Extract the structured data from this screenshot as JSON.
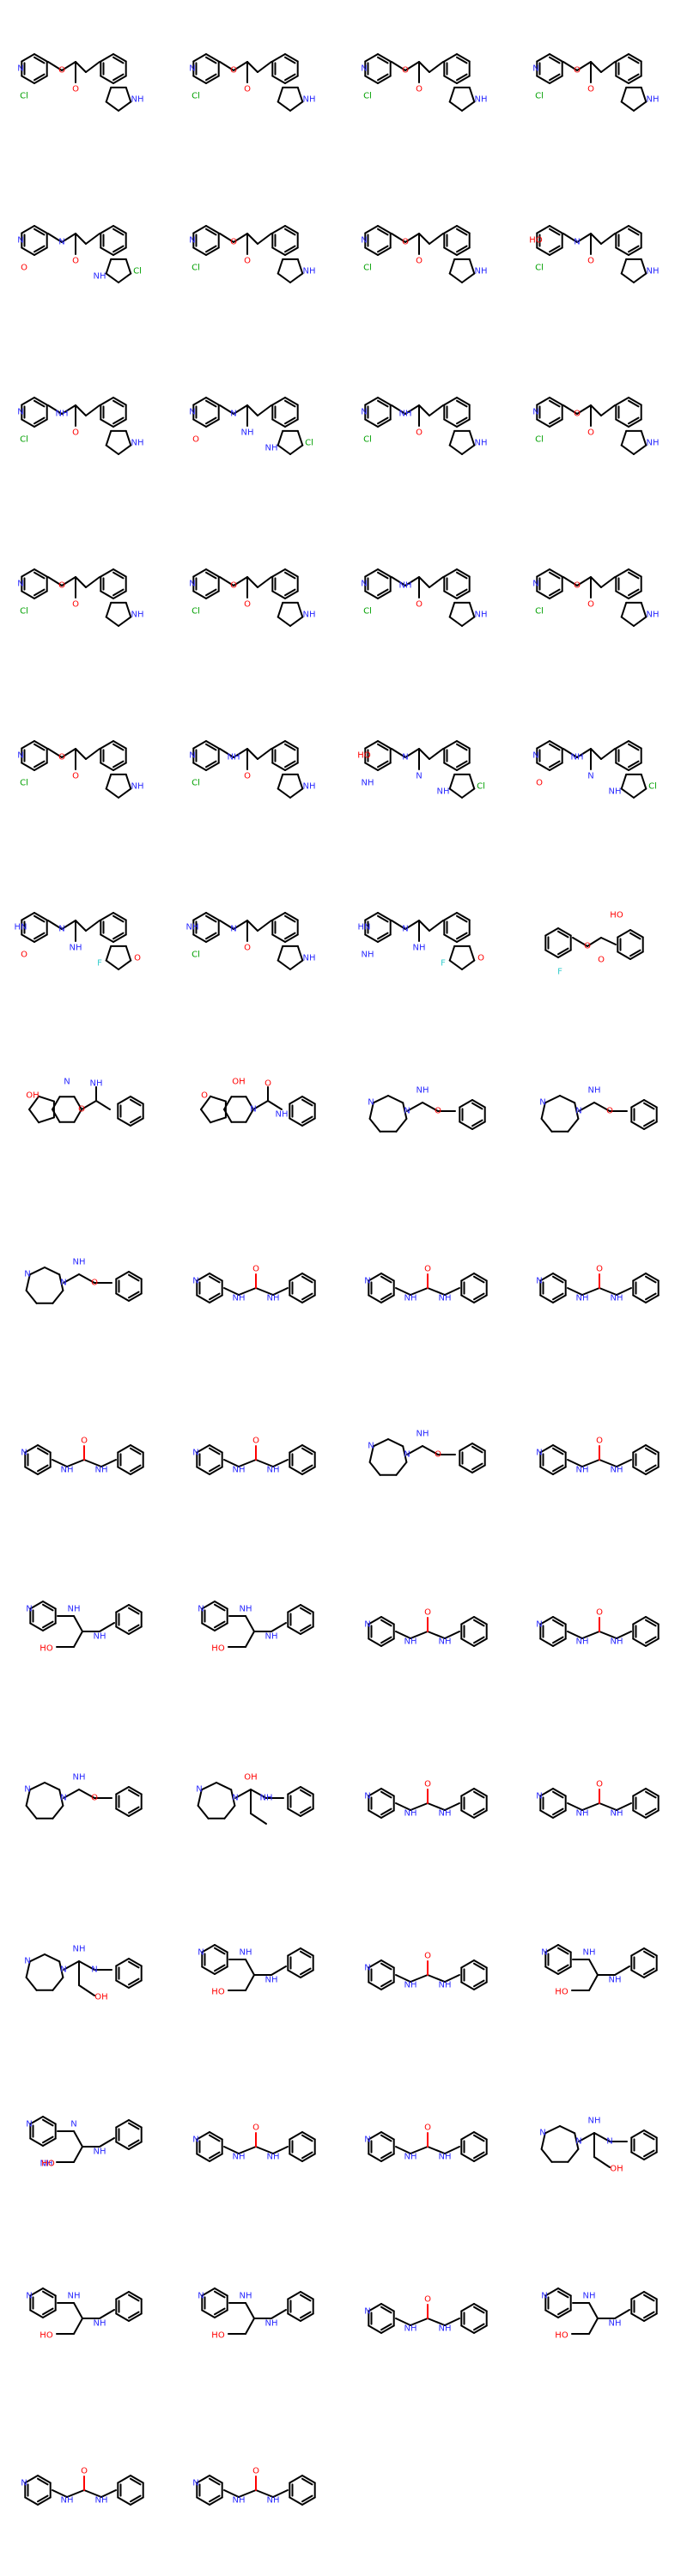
{
  "colors": {
    "background": "#ffffff",
    "bond": "#000000",
    "nitrogen": "#2c2cff",
    "oxygen": "#ff0000",
    "chlorine": "#00a000",
    "fluorine": "#33cccc"
  },
  "atom_label_set": [
    "N",
    "NH",
    "O",
    "HO",
    "OH",
    "Cl",
    "F"
  ],
  "molecules": [
    {
      "type": "pyridyl_ester_indole",
      "labels": [
        "N",
        "O",
        "O",
        "Cl",
        "NH"
      ]
    },
    {
      "type": "pyridyl_ester_indole",
      "labels": [
        "N",
        "O",
        "O",
        "Cl",
        "NH"
      ]
    },
    {
      "type": "pyridyl_ester_indole",
      "labels": [
        "N",
        "O",
        "O",
        "Cl",
        "NH"
      ]
    },
    {
      "type": "pyridyl_ester_indole",
      "labels": [
        "N",
        "O",
        "O",
        "Cl",
        "NH"
      ]
    },
    {
      "type": "pyridyl_ester_indole",
      "labels": [
        "N",
        "N",
        "O",
        "O",
        "Cl",
        "NH"
      ]
    },
    {
      "type": "pyridyl_ester_indole",
      "labels": [
        "N",
        "O",
        "O",
        "Cl",
        "NH"
      ]
    },
    {
      "type": "pyridyl_ester_indole",
      "labels": [
        "N",
        "O",
        "O",
        "Cl",
        "NH"
      ]
    },
    {
      "type": "pyridyl_ether_indole",
      "labels": [
        "HO",
        "N",
        "O",
        "Cl",
        "NH"
      ]
    },
    {
      "type": "pyridyl_amide_indole",
      "labels": [
        "N",
        "NH",
        "O",
        "Cl",
        "NH"
      ]
    },
    {
      "type": "pyridyl_amide_indole",
      "labels": [
        "N",
        "N",
        "NH",
        "O",
        "Cl",
        "NH"
      ]
    },
    {
      "type": "pyridyl_amide_indole",
      "labels": [
        "N",
        "NH",
        "O",
        "Cl",
        "NH"
      ]
    },
    {
      "type": "pyridyl_ester_indole",
      "labels": [
        "N",
        "O",
        "O",
        "Cl",
        "NH"
      ]
    },
    {
      "type": "pyridyl_ester_indole",
      "labels": [
        "N",
        "O",
        "O",
        "Cl",
        "NH"
      ]
    },
    {
      "type": "pyridyl_ester_indole",
      "labels": [
        "N",
        "O",
        "O",
        "Cl",
        "NH"
      ]
    },
    {
      "type": "pyridyl_amide_indole",
      "labels": [
        "N",
        "NH",
        "O",
        "Cl",
        "NH"
      ]
    },
    {
      "type": "pyridyl_ester_indole",
      "labels": [
        "N",
        "O",
        "O",
        "Cl",
        "NH"
      ]
    },
    {
      "type": "pyridyl_ester_indole",
      "labels": [
        "N",
        "O",
        "O",
        "Cl",
        "NH"
      ]
    },
    {
      "type": "pyridyl_amide_indole",
      "labels": [
        "N",
        "NH",
        "O",
        "Cl",
        "NH"
      ]
    },
    {
      "type": "pyridyl_amine_azaindole",
      "labels": [
        "HO",
        "N",
        "N",
        "NH",
        "Cl",
        "NH"
      ]
    },
    {
      "type": "pyridyl_amide_azaindole",
      "labels": [
        "N",
        "NH",
        "N",
        "O",
        "Cl",
        "NH"
      ]
    },
    {
      "type": "carbamate_azaindole",
      "labels": [
        "HN",
        "N",
        "NH",
        "O",
        "O",
        "F"
      ]
    },
    {
      "type": "chlorophenyl_amide_azaindole",
      "labels": [
        "NH",
        "N",
        "O",
        "Cl",
        "NH"
      ]
    },
    {
      "type": "urea_azaindole",
      "labels": [
        "HN",
        "N",
        "NH",
        "NH",
        "O",
        "F"
      ]
    },
    {
      "type": "fluorophenyl_ester",
      "labels": [
        "HO",
        "O",
        "O",
        "F"
      ]
    },
    {
      "type": "fused_amide",
      "labels": [
        "OH",
        "N",
        "O",
        "NH"
      ]
    },
    {
      "type": "fused_amide",
      "labels": [
        "O",
        "OH",
        "N",
        "O",
        "NH"
      ]
    },
    {
      "type": "azepine_amide",
      "labels": [
        "N",
        "N",
        "O",
        "NH"
      ]
    },
    {
      "type": "azepine_amide",
      "labels": [
        "N",
        "N",
        "O",
        "NH"
      ]
    },
    {
      "type": "azepine_amide",
      "labels": [
        "N",
        "N",
        "O",
        "NH"
      ]
    },
    {
      "type": "pyridyl_urea",
      "labels": [
        "N",
        "NH",
        "O",
        "NH"
      ]
    },
    {
      "type": "pyridyl_urea",
      "labels": [
        "N",
        "NH",
        "O",
        "NH"
      ]
    },
    {
      "type": "pyridyl_urea",
      "labels": [
        "N",
        "NH",
        "O",
        "NH"
      ]
    },
    {
      "type": "pyridyl_urea",
      "labels": [
        "N",
        "NH",
        "O",
        "NH"
      ]
    },
    {
      "type": "pyridyl_urea",
      "labels": [
        "N",
        "NH",
        "O",
        "NH"
      ]
    },
    {
      "type": "azepine_amide",
      "labels": [
        "N",
        "N",
        "O",
        "NH"
      ]
    },
    {
      "type": "pyridyl_urea",
      "labels": [
        "N",
        "NH",
        "O",
        "NH"
      ]
    },
    {
      "type": "pyridyl_diamine",
      "labels": [
        "N",
        "NH",
        "NH",
        "HO"
      ]
    },
    {
      "type": "pyridyl_diamine",
      "labels": [
        "N",
        "NH",
        "NH",
        "HO"
      ]
    },
    {
      "type": "pyridyl_urea",
      "labels": [
        "N",
        "NH",
        "O",
        "NH"
      ]
    },
    {
      "type": "pyridyl_urea",
      "labels": [
        "N",
        "NH",
        "O",
        "NH"
      ]
    },
    {
      "type": "azepine_amide",
      "labels": [
        "N",
        "N",
        "O",
        "NH"
      ]
    },
    {
      "type": "azepine_diamine",
      "labels": [
        "N",
        "N",
        "NH",
        "OH"
      ]
    },
    {
      "type": "pyridyl_urea",
      "labels": [
        "N",
        "NH",
        "O",
        "NH"
      ]
    },
    {
      "type": "pyridyl_urea",
      "labels": [
        "N",
        "NH",
        "O",
        "NH"
      ]
    },
    {
      "type": "azepine_diamine",
      "labels": [
        "N",
        "N",
        "N",
        "NH",
        "OH"
      ]
    },
    {
      "type": "pyridyl_diamine",
      "labels": [
        "N",
        "NH",
        "NH",
        "HO"
      ]
    },
    {
      "type": "pyridyl_urea",
      "labels": [
        "N",
        "NH",
        "O",
        "NH"
      ]
    },
    {
      "type": "pyridyl_diamine",
      "labels": [
        "N",
        "NH",
        "NH",
        "HO"
      ]
    },
    {
      "type": "pyridyl_diamine",
      "labels": [
        "N",
        "N",
        "NH",
        "NH",
        "HO"
      ]
    },
    {
      "type": "pyridyl_urea",
      "labels": [
        "N",
        "NH",
        "O",
        "NH"
      ]
    },
    {
      "type": "pyridyl_urea",
      "labels": [
        "N",
        "NH",
        "O",
        "NH"
      ]
    },
    {
      "type": "azepine_diamine",
      "labels": [
        "N",
        "N",
        "N",
        "NH",
        "OH"
      ]
    },
    {
      "type": "pyridyl_diamine",
      "labels": [
        "N",
        "NH",
        "NH",
        "HO"
      ]
    },
    {
      "type": "pyridyl_diamine",
      "labels": [
        "N",
        "NH",
        "NH",
        "HO"
      ]
    },
    {
      "type": "pyridyl_urea",
      "labels": [
        "N",
        "NH",
        "O",
        "NH"
      ]
    },
    {
      "type": "pyridyl_diamine",
      "labels": [
        "N",
        "NH",
        "NH",
        "HO"
      ]
    },
    {
      "type": "pyridyl_urea",
      "labels": [
        "N",
        "NH",
        "O",
        "NH"
      ]
    },
    {
      "type": "pyridyl_urea",
      "labels": [
        "N",
        "NH",
        "O",
        "NH"
      ]
    }
  ]
}
